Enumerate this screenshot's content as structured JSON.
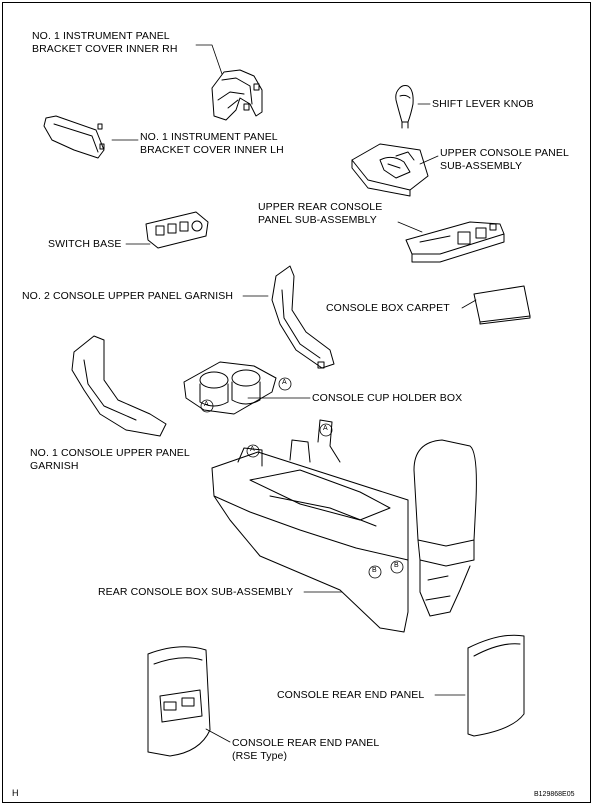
{
  "labels": {
    "bracket_rh": [
      "NO. 1 INSTRUMENT PANEL",
      "BRACKET COVER INNER RH"
    ],
    "shift_knob": [
      "SHIFT LEVER KNOB"
    ],
    "bracket_lh": [
      "NO. 1 INSTRUMENT PANEL",
      "BRACKET COVER INNER LH"
    ],
    "upper_console": [
      "UPPER CONSOLE PANEL",
      "SUB-ASSEMBLY"
    ],
    "upper_rear_console": [
      "UPPER REAR CONSOLE",
      "PANEL SUB-ASSEMBLY"
    ],
    "switch_base": [
      "SWITCH BASE"
    ],
    "no2_garnish": [
      "NO. 2 CONSOLE UPPER PANEL GARNISH"
    ],
    "carpet": [
      "CONSOLE BOX CARPET"
    ],
    "cup_holder": [
      "CONSOLE CUP HOLDER BOX"
    ],
    "no1_garnish": [
      "NO. 1 CONSOLE UPPER PANEL",
      "GARNISH"
    ],
    "rear_console": [
      "REAR CONSOLE BOX SUB-ASSEMBLY"
    ],
    "rear_end_panel": [
      "CONSOLE REAR END PANEL"
    ],
    "rear_end_panel_rse": [
      "CONSOLE REAR END PANEL",
      "(RSE Type)"
    ]
  },
  "markers": {
    "a": "A",
    "b": "B"
  },
  "corner_mark": "H",
  "figure_id": "B129868E05"
}
